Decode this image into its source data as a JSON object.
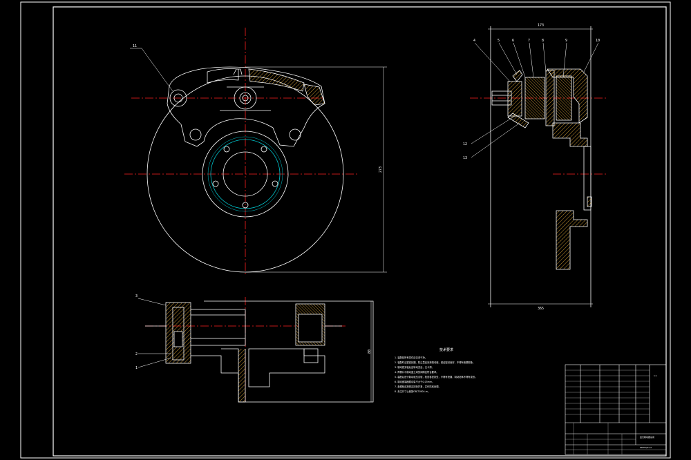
{
  "drawing": {
    "background": "#000000",
    "line_color": "#ffffff",
    "centerline_color": "#ff2020",
    "bolt_circle_color": "#00c8d0",
    "hatch_color": "#ffc040"
  },
  "dimensions": {
    "front_height": "273",
    "top_width": "173",
    "bottom_width": "365",
    "section_height": "80"
  },
  "balloons": {
    "front": [
      "11"
    ],
    "side": [
      "4",
      "5",
      "6",
      "7",
      "8",
      "9",
      "10",
      "12",
      "13"
    ],
    "bottom": [
      "3",
      "2",
      "1"
    ]
  },
  "notes": {
    "title": "技术要求",
    "lines": [
      "1. 装配前所有零件应清洗干净。",
      "2. 装配时活塞密封圈、防尘罩应涂抹制动液，保证密封良好，不得有泄漏现象。",
      "3. 制动钳安装后应转动灵活，无卡滞。",
      "4. 摩擦片与制动盘之间的间隙应符合要求。",
      "5. 装配后进行制动液压试验，检查各密封处，不得有泄漏，制动钳体不得有变形。",
      "6. 制动盘端面跳动量不大于0.05mm。",
      "7. 各螺栓应按规定扭矩拧紧，并作防松处理。",
      "8. 未注尺寸公差按GB/T1804-m。"
    ]
  },
  "title_block": {
    "drawing_name": "盘式制动器总成",
    "drawing_number": "ZDPSQ01-0",
    "scale": "1:1"
  }
}
